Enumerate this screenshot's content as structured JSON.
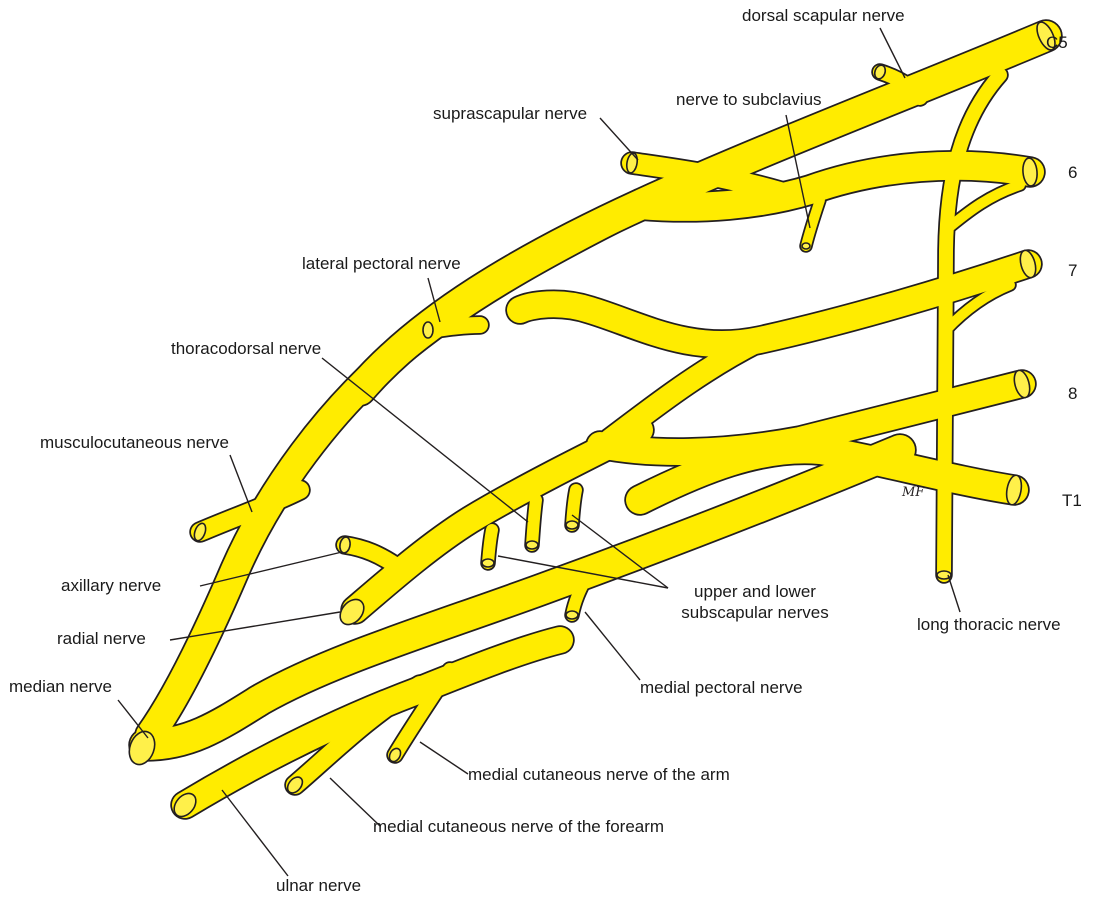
{
  "colors": {
    "nerve": "#ffec00",
    "outline": "#231f20",
    "background": "#ffffff"
  },
  "roots": {
    "c5": "C5",
    "c6": "6",
    "c7": "7",
    "c8": "8",
    "t1": "T1"
  },
  "labels": {
    "dorsal_scapular": "dorsal scapular nerve",
    "nerve_to_subclavius": "nerve to subclavius",
    "suprascapular": "suprascapular nerve",
    "lateral_pectoral": "lateral pectoral nerve",
    "thoracodorsal": "thoracodorsal nerve",
    "musculocutaneous": "musculocutaneous nerve",
    "axillary": "axillary nerve",
    "radial": "radial nerve",
    "median": "median nerve",
    "upper_lower_subscapular_line1": "upper and lower",
    "upper_lower_subscapular_line2": "subscapular nerves",
    "long_thoracic": "long thoracic nerve",
    "medial_pectoral": "medial pectoral nerve",
    "medial_cutaneous_arm": "medial cutaneous nerve of the arm",
    "medial_cutaneous_forearm": "medial cutaneous nerve of the forearm",
    "ulnar": "ulnar nerve"
  },
  "signature": "MF"
}
